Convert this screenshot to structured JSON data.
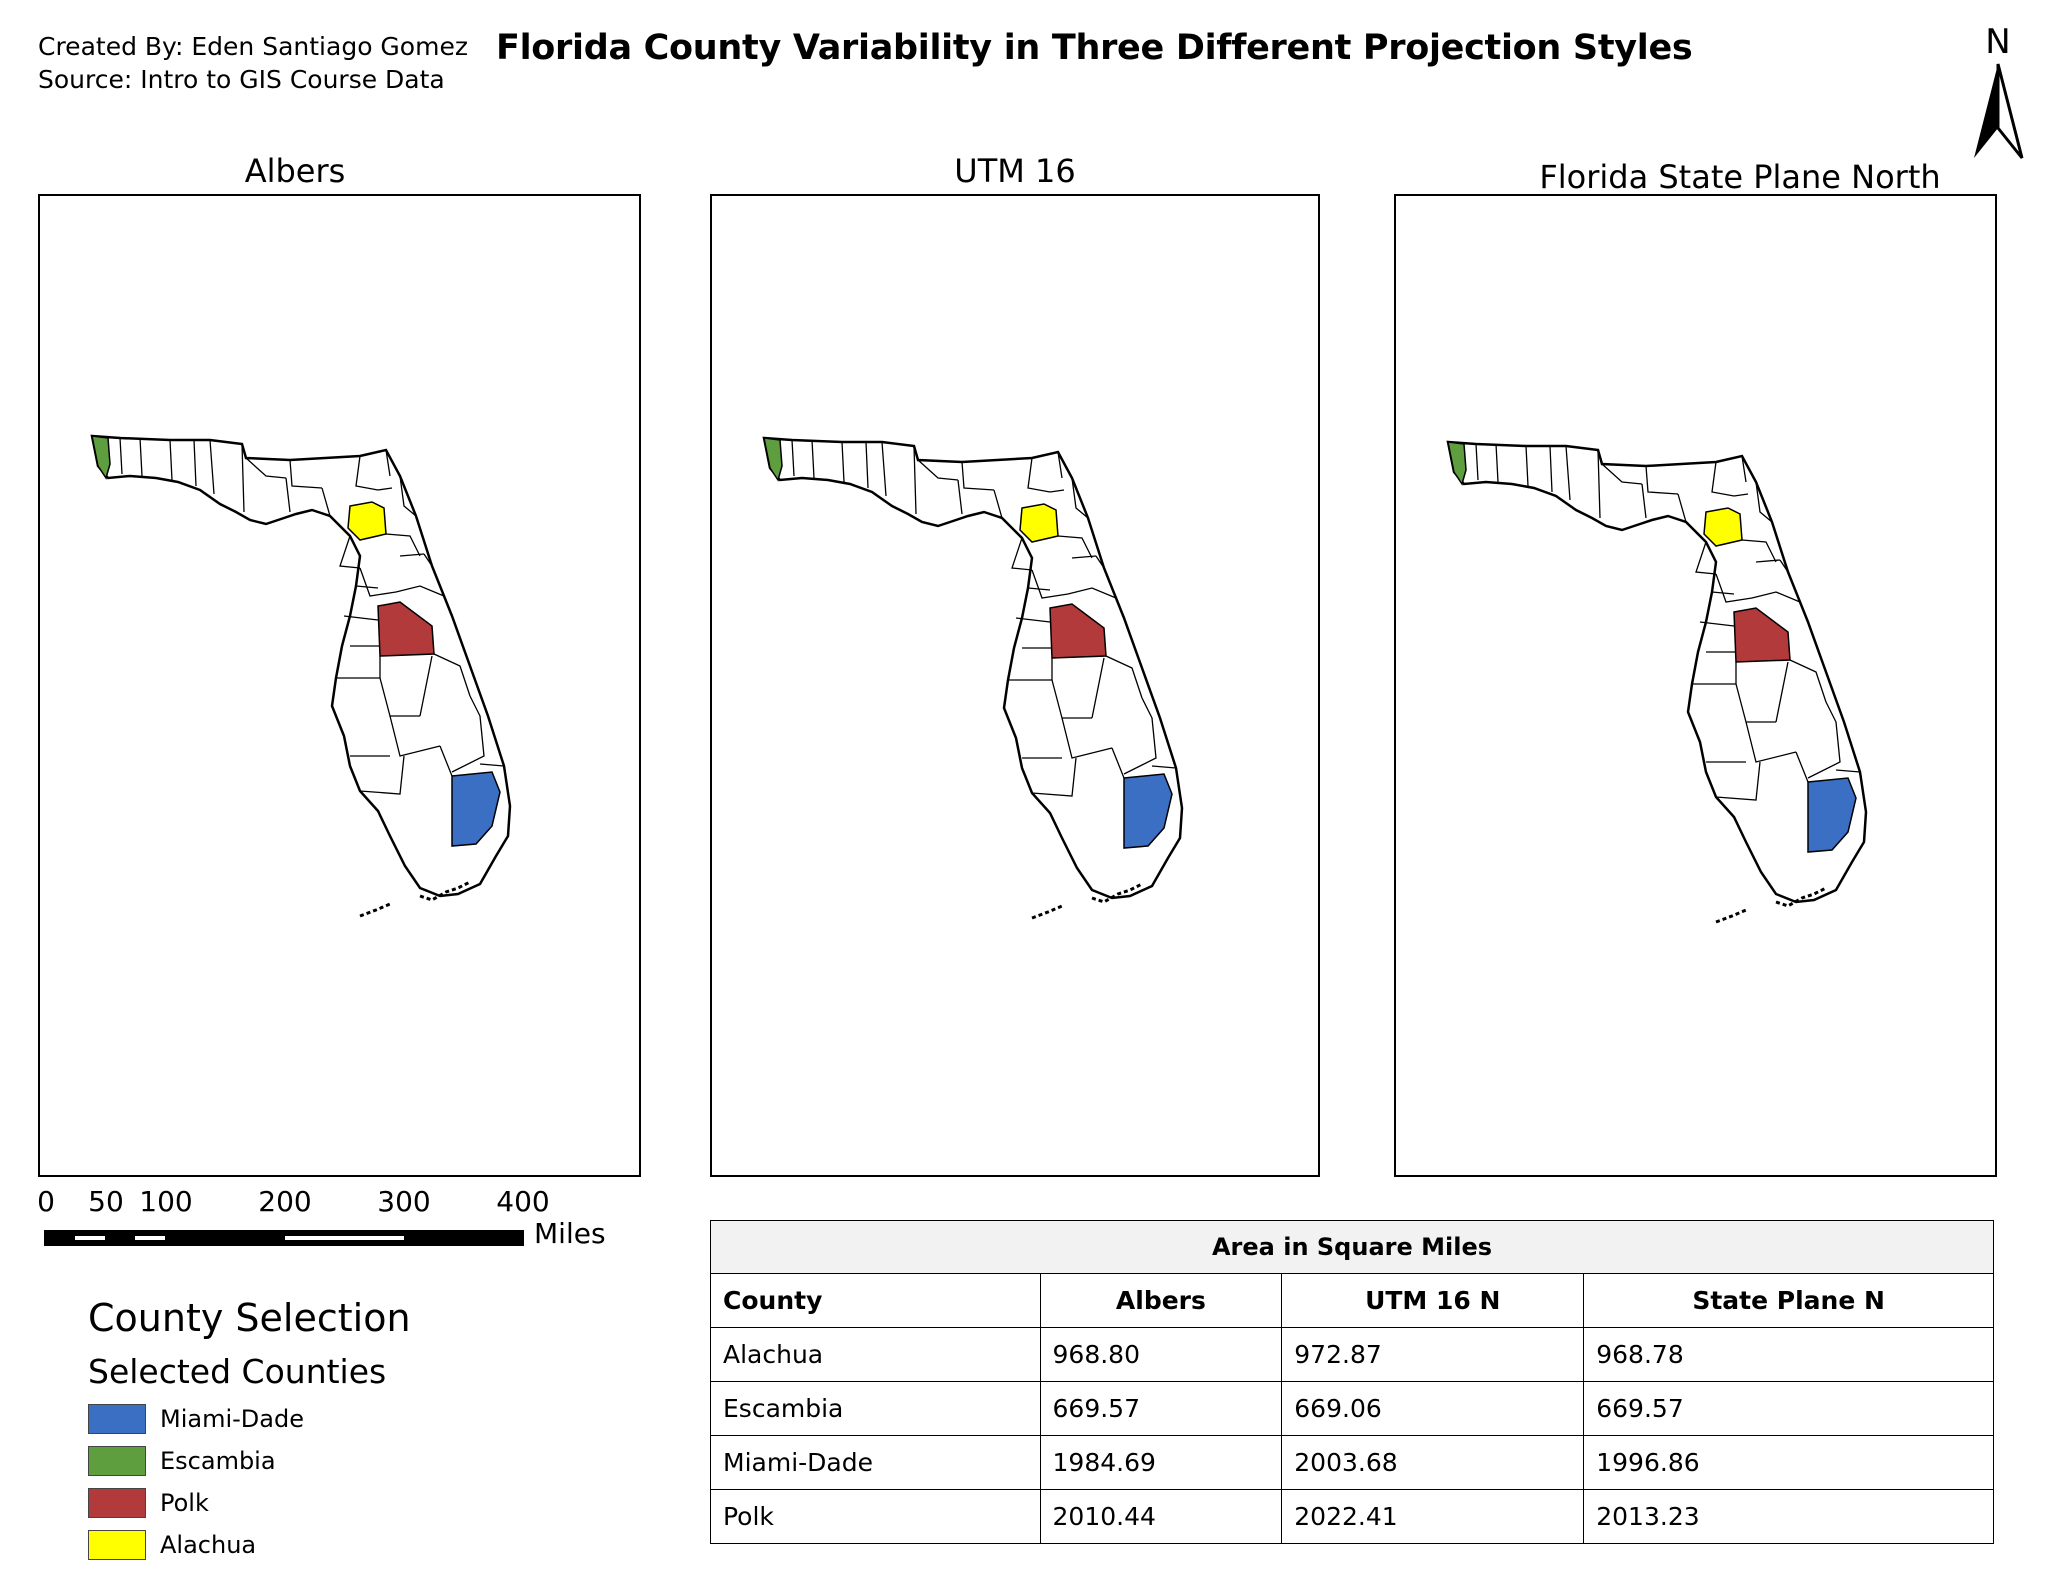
{
  "header": {
    "created_by": "Created By: Eden Santiago Gomez",
    "source": "Source: Intro to GIS Course Data",
    "title": "Florida County Variability in Three Different Projection Styles",
    "north_label": "N"
  },
  "maps": [
    {
      "title": "Albers"
    },
    {
      "title": "UTM 16"
    },
    {
      "title": "Florida State Plane North"
    }
  ],
  "colors": {
    "Miami-Dade": "#3b6fc4",
    "Escambia": "#5e9e3e",
    "Polk": "#b33a3a",
    "Alachua": "#ffff00",
    "outline": "#000000"
  },
  "scalebar": {
    "ticks": [
      "0",
      "50",
      "100",
      "200",
      "300",
      "400"
    ],
    "unit": "Miles"
  },
  "legend": {
    "title": "County Selection",
    "subtitle": "Selected Counties",
    "items": [
      {
        "label": "Miami-Dade",
        "color": "#3b6fc4"
      },
      {
        "label": "Escambia",
        "color": "#5e9e3e"
      },
      {
        "label": "Polk",
        "color": "#b33a3a"
      },
      {
        "label": "Alachua",
        "color": "#ffff00"
      }
    ]
  },
  "table": {
    "caption": "Area in Square Miles",
    "headers": [
      "County",
      "Albers",
      "UTM 16 N",
      "State Plane N"
    ],
    "rows": [
      [
        "Alachua",
        "968.80",
        "972.87",
        "968.78"
      ],
      [
        "Escambia",
        "669.57",
        "669.06",
        "669.57"
      ],
      [
        "Miami-Dade",
        "1984.69",
        "2003.68",
        "1996.86"
      ],
      [
        "Polk",
        "2010.44",
        "2022.41",
        "2013.23"
      ]
    ]
  }
}
